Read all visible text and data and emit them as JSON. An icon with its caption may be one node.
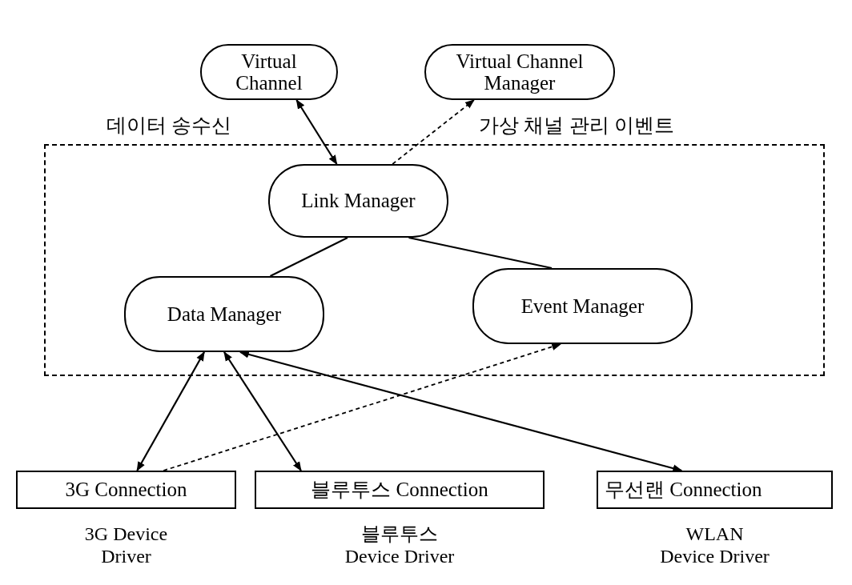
{
  "diagram": {
    "nodes": [
      {
        "text": [
          "Virtual Channel"
        ]
      },
      {
        "text": [
          "Virtual Channel Manager"
        ]
      },
      {
        "text": [],
        "shape": "box"
      },
      {
        "text": [
          "Link Manager"
        ],
        "in": 2
      },
      {
        "text": [
          "Data Manager"
        ],
        "in": 2
      },
      {
        "text": [
          "Event Manager"
        ],
        "in": 2
      },
      {
        "text": [
          "3G Connection"
        ],
        "beside": [
          "3G Device Driver"
        ]
      },
      {
        "text": [
          "블루투스 Connection"
        ],
        "beside": [
          "블루투스 Device Driver"
        ]
      },
      {
        "text": [
          "무선랜 Connection"
        ],
        "beside": [
          "WLAN Device Driver"
        ]
      }
    ],
    "edges": [
      {
        "from": 0,
        "to": 3,
        "arrow": "both",
        "label": "데이터 송수신"
      },
      {
        "from": 3,
        "to": 1,
        "arrow": "to",
        "style": "dashed",
        "label": "가상 채널 관리 이벤트"
      },
      {
        "from": 3,
        "to": 4,
        "arrow": "none"
      },
      {
        "from": 3,
        "to": 5,
        "arrow": "none"
      },
      {
        "from": 4,
        "to": 6,
        "arrow": "both"
      },
      {
        "from": 4,
        "to": 7,
        "arrow": "both"
      },
      {
        "from": 4,
        "to": 8,
        "arrow": "both"
      },
      {
        "from": 6,
        "to": 5,
        "arrow": "to",
        "style": "dashed"
      }
    ]
  }
}
